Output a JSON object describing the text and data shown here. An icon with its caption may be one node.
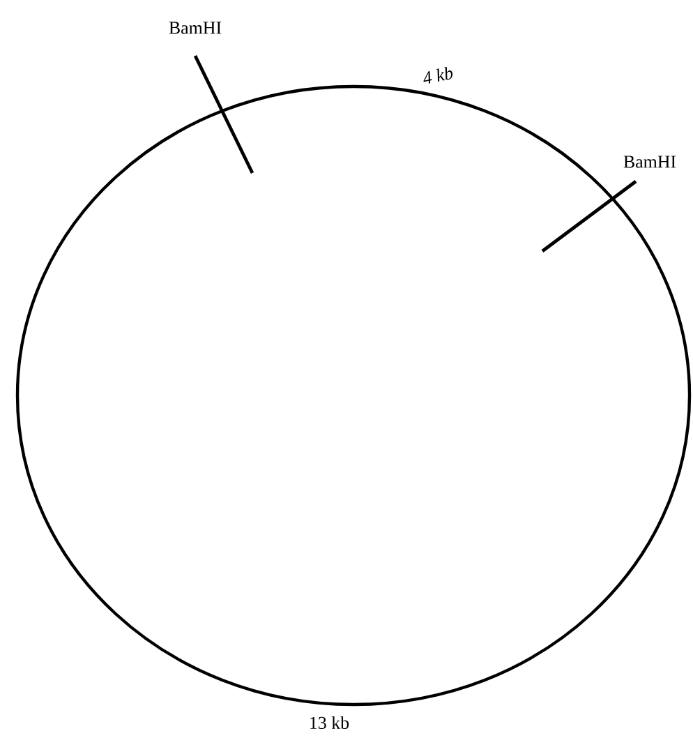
{
  "diagram": {
    "labels": [
      "BamHI",
      "4 kb",
      "BamHI",
      "13 kb"
    ]
  }
}
